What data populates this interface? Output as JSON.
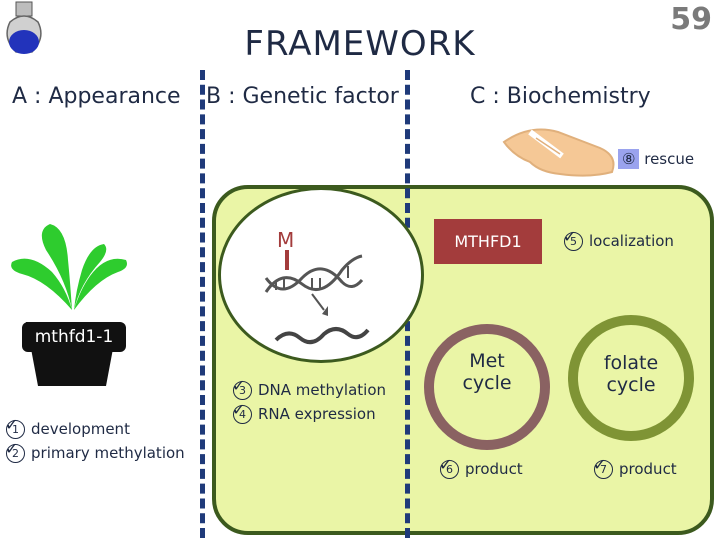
{
  "header": {
    "title": "FRAMEWORK",
    "slide_number": "59"
  },
  "sections": {
    "a": "A : Appearance",
    "b": "B : Genetic factor",
    "c": "C : Biochemistry"
  },
  "appearance": {
    "plant_label": "mthfd1-1",
    "items": [
      {
        "num": "1",
        "label": "development"
      },
      {
        "num": "2",
        "label": "primary methylation"
      }
    ]
  },
  "genetic": {
    "mutation_marker": "M",
    "items": [
      {
        "num": "3",
        "label": "DNA methylation"
      },
      {
        "num": "4",
        "label": "RNA expression"
      }
    ]
  },
  "biochemistry": {
    "rescue": {
      "num": "⑧",
      "label": "rescue"
    },
    "gene": "MTHFD1",
    "localization": {
      "num": "5",
      "label": "localization"
    },
    "met_cycle": {
      "line1": "Met",
      "line2": "cycle",
      "num": "6",
      "product": "product"
    },
    "folate_cycle": {
      "line1": "folate",
      "line2": "cycle",
      "num": "7",
      "product": "product"
    }
  },
  "colors": {
    "cell_fill": "#eaf5a6",
    "cell_border": "#3c5a1e",
    "met_ring": "#8a6262",
    "folate_ring": "#7f9435",
    "gene_box": "#a33c3c",
    "plant_green": "#2ecc2e",
    "divider": "#1f3a7a"
  }
}
